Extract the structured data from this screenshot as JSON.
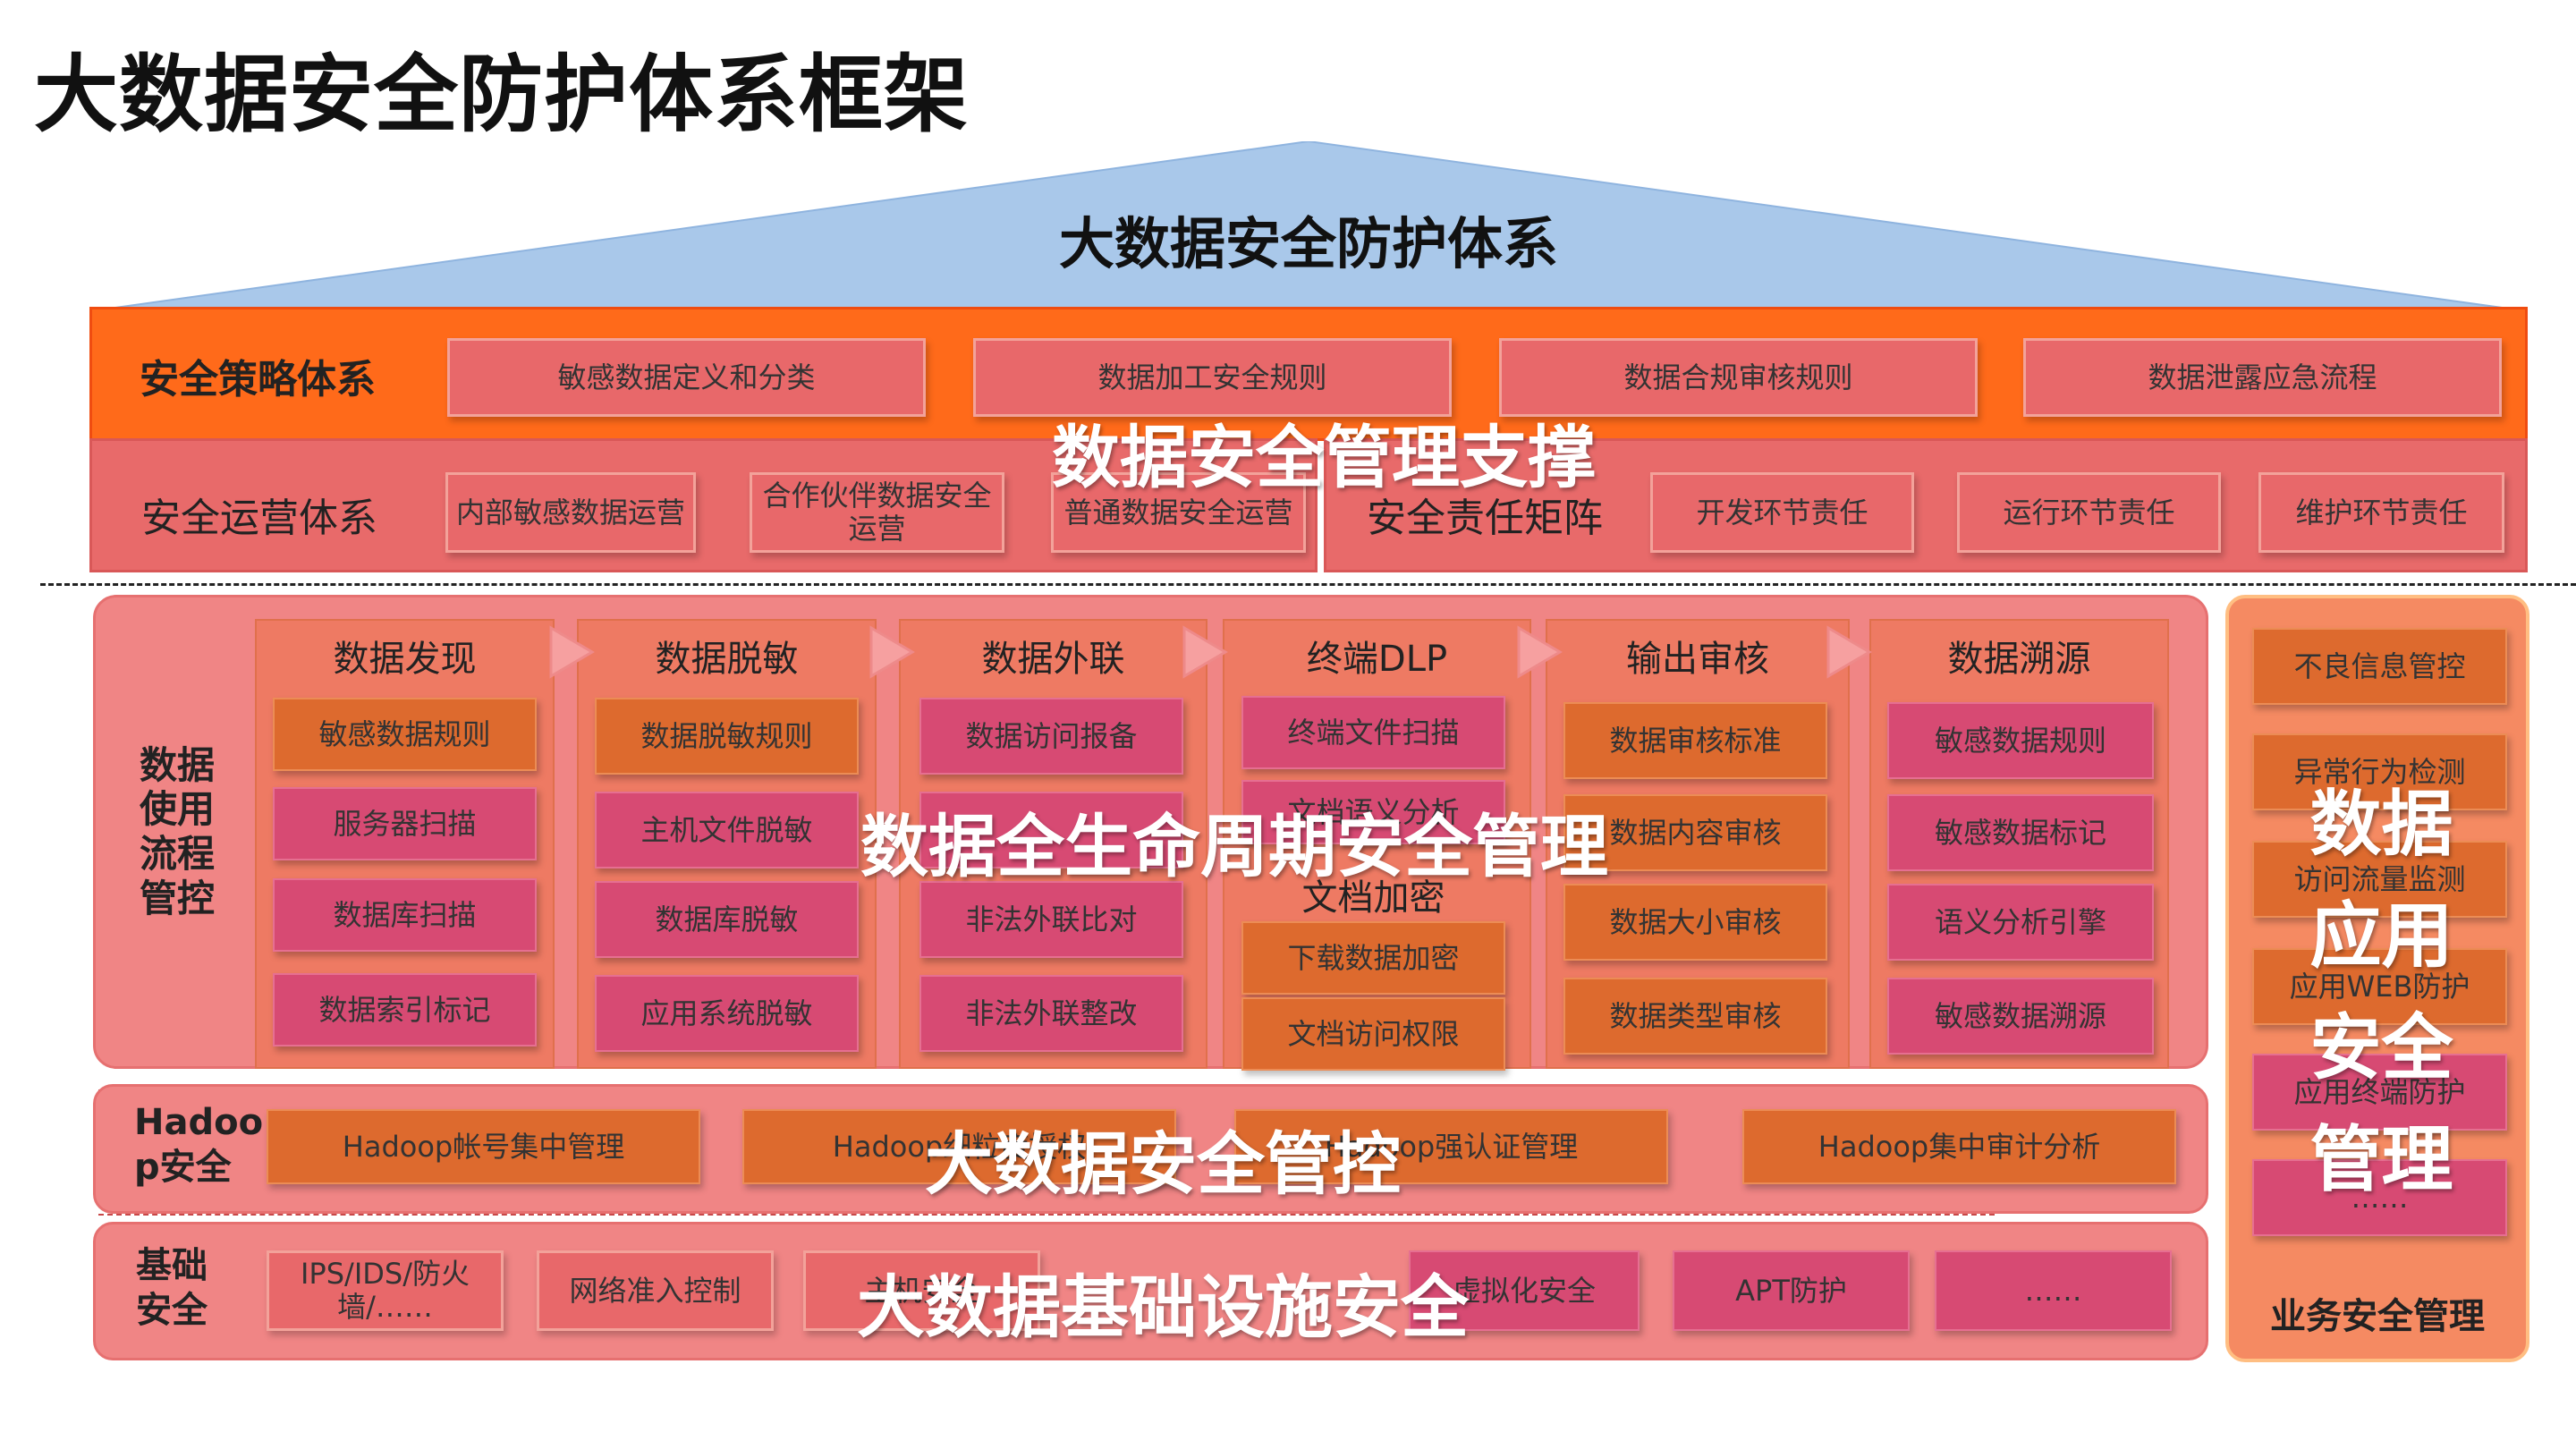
{
  "title": "大数据安全防护体系框架",
  "roof_title": "大数据安全防护体系",
  "policy": {
    "label": "安全策略体系",
    "items": [
      "敏感数据定义和分类",
      "数据加工安全规则",
      "数据合规审核规则",
      "数据泄露应急流程"
    ]
  },
  "operations": {
    "label": "安全运营体系",
    "items": [
      "内部敏感数据运营",
      "合作伙伴数据安全运营",
      "普通数据安全运营"
    ],
    "responsibility_label": "安全责任矩阵",
    "responsibility_items": [
      "开发环节责任",
      "运行环节责任",
      "维护环节责任"
    ]
  },
  "overlays": {
    "management_support": "数据安全管理支撑",
    "lifecycle": "数据全生命周期安全管理",
    "bigdata_control": "大数据安全管控",
    "infrastructure": "大数据基础设施安全",
    "app_security": [
      "数据",
      "应用",
      "安全",
      "管理"
    ]
  },
  "flow": {
    "label": "数据使用流程管控",
    "columns": [
      {
        "title": "数据发现",
        "items": [
          "敏感数据规则",
          "服务器扫描",
          "数据库扫描",
          "数据索引标记"
        ]
      },
      {
        "title": "数据脱敏",
        "items": [
          "数据脱敏规则",
          "主机文件脱敏",
          "数据库脱敏",
          "应用系统脱敏"
        ]
      },
      {
        "title": "数据外联",
        "items": [
          "数据访问报备",
          "",
          "非法外联比对",
          "非法外联整改"
        ]
      },
      {
        "title": "终端DLP",
        "items": [
          "终端文件扫描",
          "文档语义分析",
          "文档加密",
          "下载数据加密",
          "文档访问权限"
        ]
      },
      {
        "title": "输出审核",
        "items": [
          "数据审核标准",
          "数据内容审核",
          "数据大小审核",
          "数据类型审核"
        ]
      },
      {
        "title": "数据溯源",
        "items": [
          "敏感数据规则",
          "敏感数据标记",
          "语义分析引擎",
          "敏感数据溯源"
        ]
      }
    ]
  },
  "hadoop": {
    "label": "Hadoop安全",
    "items": [
      "Hadoop帐号集中管理",
      "Hadoop细粒度授权",
      "Hadoop强认证管理",
      "Hadoop集中审计分析"
    ]
  },
  "infra": {
    "label": "基础安全",
    "items": [
      "IPS/IDS/防火墙/……",
      "网络准入控制",
      "主机安全",
      "虚拟化安全",
      "APT防护",
      "……"
    ]
  },
  "business": {
    "label": "业务安全管理",
    "items": [
      "不良信息管控",
      "异常行为检测",
      "访问流量监测",
      "应用WEB防护",
      "应用终端防护",
      "……"
    ]
  },
  "colors": {
    "orange": "#ff6a1a",
    "salmon_box": "#e8686a",
    "orange_box": "#dd6a2e",
    "magenta_box": "#d74a73",
    "roof": "#a9c8ea"
  }
}
